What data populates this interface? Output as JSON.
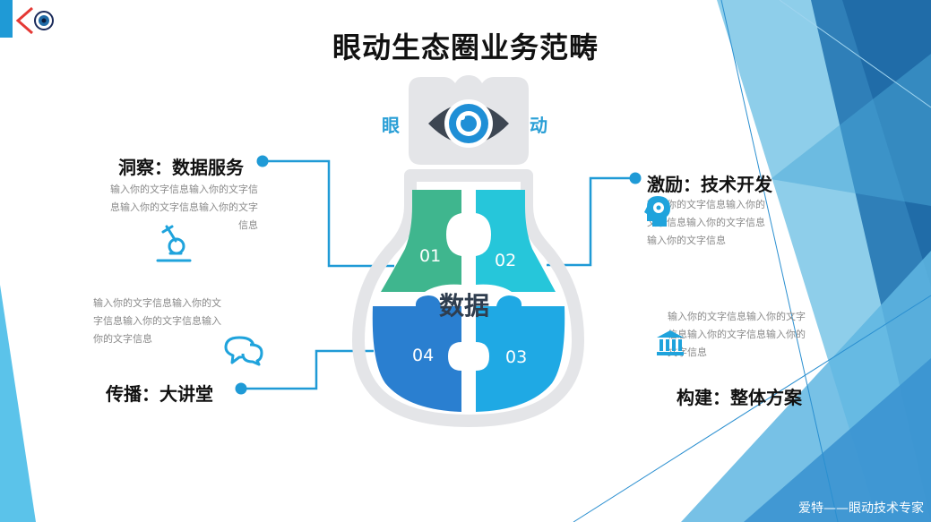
{
  "slide": {
    "title": "眼动生态圈业务范畴",
    "footer": "爱特——眼动技术专家",
    "logo": {
      "icon": "eye-chevron-logo-icon"
    }
  },
  "bulb": {
    "left_char": "眼",
    "right_char": "动",
    "center_label": "数据",
    "pieces": [
      {
        "num": "01",
        "color": "#3fb68e"
      },
      {
        "num": "02",
        "color": "#26c6da"
      },
      {
        "num": "03",
        "color": "#1fa9e4"
      },
      {
        "num": "04",
        "color": "#2a7fd0"
      }
    ]
  },
  "sections": {
    "insight": {
      "heading": "洞察：数据服务",
      "body": "输入你的文字信息输入你的文字信息输入你的文字信息输入你的文字信息",
      "icon": "microscope-icon"
    },
    "incentive": {
      "heading": "激励：技术开发",
      "body": "输入你的文字信息输入你的文字信息输入你的文字信息输入你的文字信息",
      "icon": "head-brain-icon"
    },
    "spread": {
      "heading": "传播：大讲堂",
      "body": "输入你的文字信息输入你的文字信息输入你的文字信息输入你的文字信息",
      "icon": "chat-bubbles-icon"
    },
    "build": {
      "heading": "构建：整体方案",
      "body": "输入你的文字信息输入你的文字信息输入你的文字信息输入你的文字信息",
      "icon": "institution-icon"
    }
  },
  "colors": {
    "accent": "#1fa3dc",
    "connector": "#1f9ad6",
    "bulb_outline": "#e4e5e8",
    "eye_dark": "#3d4652"
  }
}
